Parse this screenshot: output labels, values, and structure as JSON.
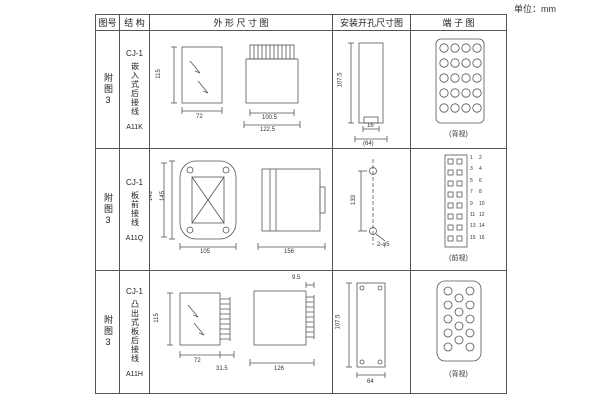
{
  "unit": "单位：mm",
  "header": {
    "fig": "图号",
    "structure": "结 构",
    "outline": "外 形 尺 寸 图",
    "mounting": "安装开孔尺寸图",
    "terminal": "端 子 图"
  },
  "rows": [
    {
      "fig": "附图3",
      "model": "CJ-1",
      "mount_type": "嵌入式后接线",
      "code": "A11K",
      "dims": {
        "height": "115",
        "width": "72",
        "depth": "100.5",
        "total_depth": "122.5"
      },
      "mounting": {
        "height": "107.5",
        "width": "16",
        "note": "(64)"
      },
      "terminal": {
        "view": "(背视)"
      }
    },
    {
      "fig": "附图3",
      "model": "CJ-1",
      "mount_type": "板前接线",
      "code": "A11Q",
      "dims": {
        "height": "149",
        "inner_height": "145",
        "width": "105",
        "depth": "156"
      },
      "mounting": {
        "height": "133",
        "holes": "2-φ5"
      },
      "terminal": {
        "view": "(前视)",
        "numbers": [
          "1",
          "2",
          "3",
          "4",
          "5",
          "6",
          "7",
          "8",
          "9",
          "10",
          "11",
          "12",
          "13",
          "14",
          "15",
          "16"
        ]
      }
    },
    {
      "fig": "附图3",
      "model": "CJ-1",
      "mount_type": "凸出式板后接线",
      "code": "A11H",
      "dims": {
        "height": "115",
        "width": "72",
        "pin_depth": "31.5",
        "pin_len": "9.5",
        "total_depth": "126"
      },
      "mounting": {
        "height": "107.5",
        "width": "64"
      },
      "terminal": {
        "view": "(背视)"
      }
    }
  ]
}
